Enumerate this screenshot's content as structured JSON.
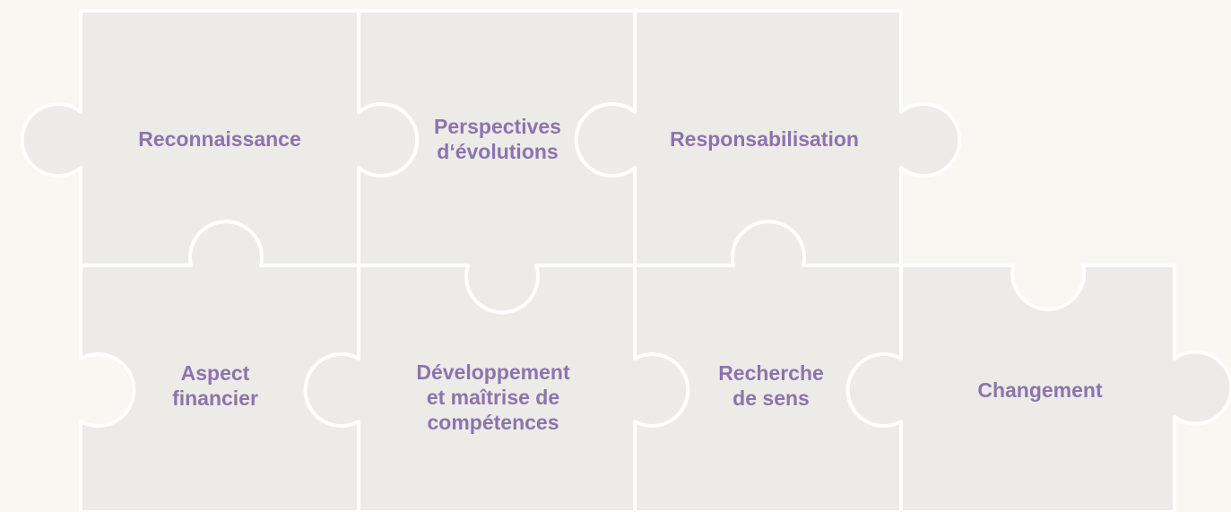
{
  "colors": {
    "background": "#f8f7f1",
    "piece_fill": "#edebe7",
    "piece_outline": "#ffffff",
    "label_text": "#8c74ad"
  },
  "pieces": [
    {
      "id": "reconnaissance",
      "lines": [
        "Reconnaissance"
      ]
    },
    {
      "id": "perspectives",
      "lines": [
        "Perspectives",
        "d‘évolutions"
      ]
    },
    {
      "id": "responsabilisation",
      "lines": [
        "Responsabilisation"
      ]
    },
    {
      "id": "aspect-financier",
      "lines": [
        "Aspect",
        "financier"
      ]
    },
    {
      "id": "developpement",
      "lines": [
        "Développement",
        "et maîtrise de",
        "compétences"
      ]
    },
    {
      "id": "recherche",
      "lines": [
        "Recherche",
        "de sens"
      ]
    },
    {
      "id": "changement",
      "lines": [
        "Changement"
      ]
    }
  ]
}
